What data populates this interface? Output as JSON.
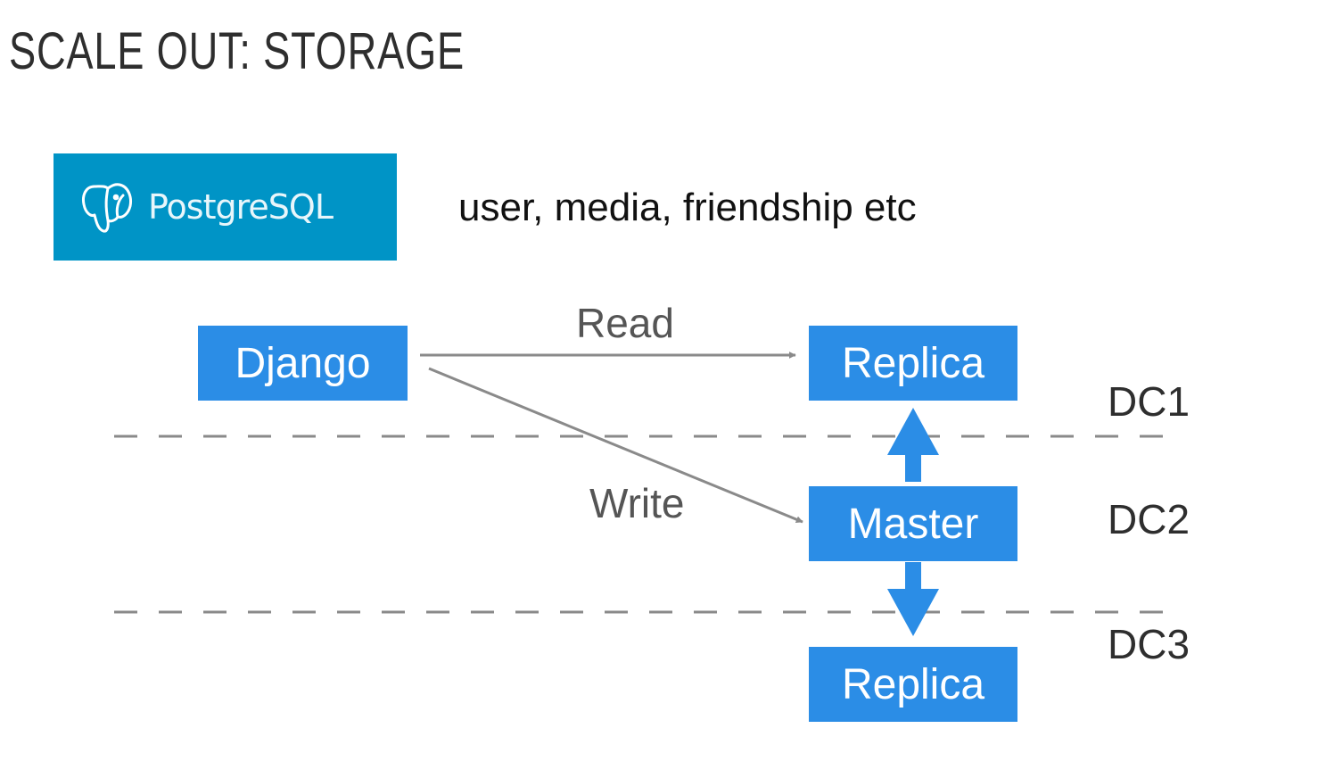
{
  "title": "SCALE OUT: STORAGE",
  "logo": {
    "text": "PostgreSQL",
    "icon": "elephant-icon",
    "color": "#0094c6"
  },
  "caption": "user, media, friendship etc",
  "nodes": {
    "django": "Django",
    "replica_top": "Replica",
    "master": "Master",
    "replica_bottom": "Replica"
  },
  "edges": {
    "read": "Read",
    "write": "Write"
  },
  "datacenters": [
    "DC1",
    "DC2",
    "DC3"
  ],
  "colors": {
    "node": "#2b8de6",
    "edge": "#8a8a8a",
    "divider": "#8a8a8a"
  }
}
